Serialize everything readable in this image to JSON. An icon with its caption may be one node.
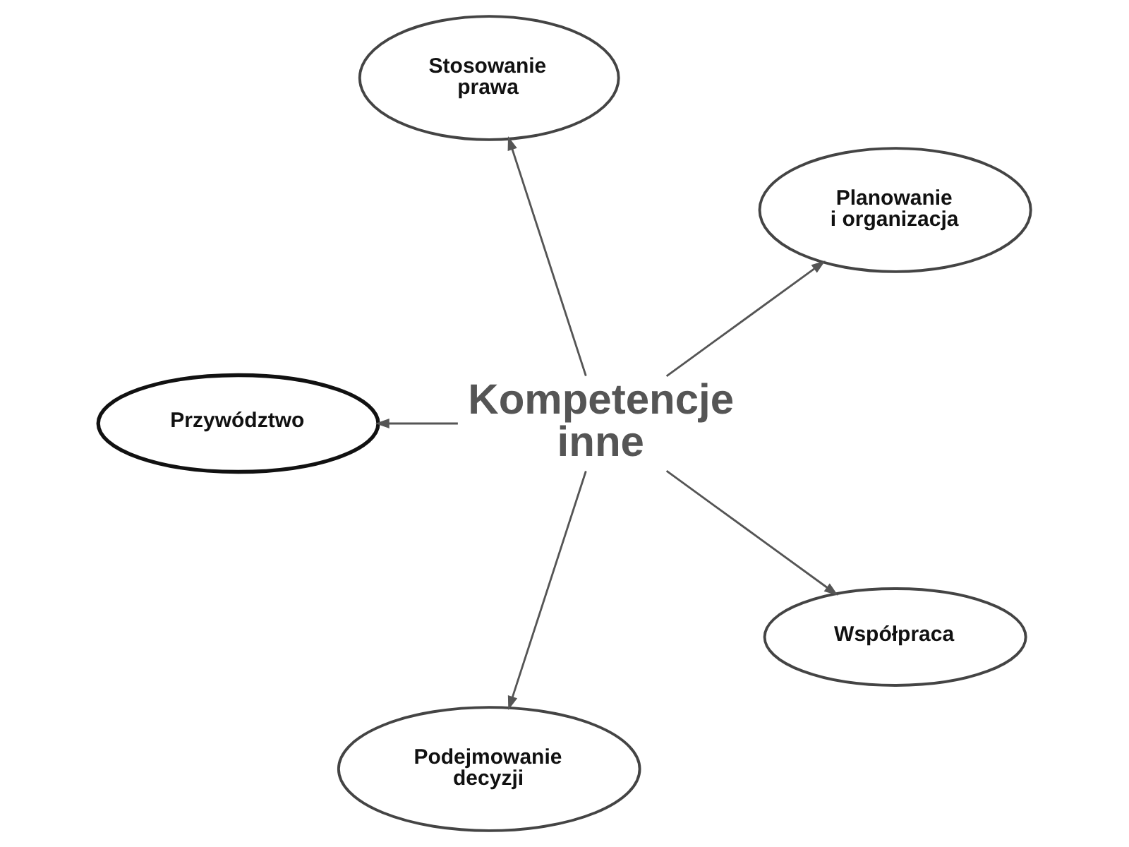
{
  "diagram": {
    "nodes": [
      {
        "text": [
          "Stosowanie prawa"
        ]
      },
      {
        "text": [
          "Planowanie i organizacja"
        ]
      },
      {
        "text": [
          "Przywództwo"
        ]
      },
      {
        "text": [
          "Kompetencje inne"
        ]
      },
      {
        "text": [
          "Współpraca"
        ]
      },
      {
        "text": [
          "Podejmowanie decyzji"
        ]
      }
    ],
    "edges": [
      {
        "from": 3,
        "to": 1,
        "arrow": "to"
      },
      {
        "from": 3,
        "to": 0,
        "arrow": "to"
      },
      {
        "from": 3,
        "to": 2,
        "arrow": "to"
      },
      {
        "from": 3,
        "to": 5,
        "arrow": "to"
      },
      {
        "from": 3,
        "to": 4,
        "arrow": "to"
      }
    ]
  }
}
